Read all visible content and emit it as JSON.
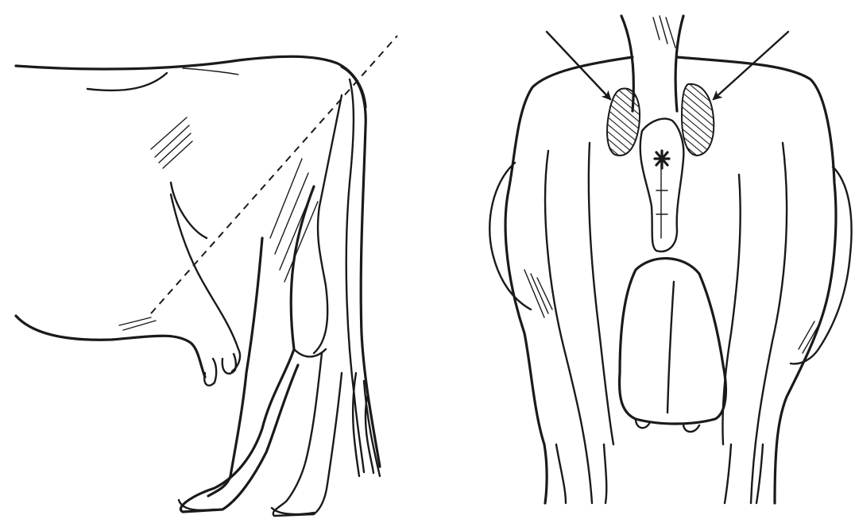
{
  "figure": {
    "panels": [
      {
        "id": "side-view",
        "annotations": [
          "dashed-reference-line"
        ]
      },
      {
        "id": "rear-view",
        "annotations": [
          "arrow-left",
          "arrow-right",
          "hatched-area-left",
          "hatched-area-right"
        ]
      }
    ],
    "ink_color": "#1a1a1a",
    "background": "#ffffff"
  }
}
